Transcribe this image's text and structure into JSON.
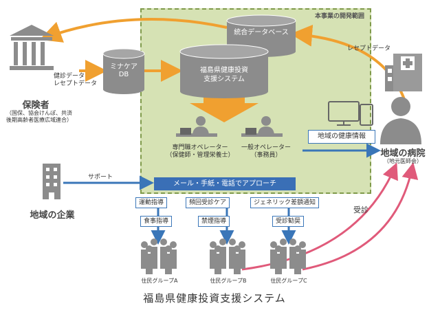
{
  "scope": {
    "label": "本事業の開発範囲"
  },
  "nodes": {
    "integrated_db": "統合データベース",
    "minacare_db": [
      "ミナケア",
      "DB"
    ],
    "fukushima_system": [
      "福島県健康投資",
      "支援システム"
    ]
  },
  "insurer": {
    "name": "保険者",
    "detail": [
      "（国保、協会けんぽ、共済",
      "後期高齢者医療広域連合）"
    ],
    "data": [
      "健診データ",
      "レセプトデータ"
    ]
  },
  "hospital": {
    "name": "地域の病院",
    "detail": "（地元医師会）",
    "receipt_label": "レセプトデータ",
    "health_info": "地域の健康情報"
  },
  "operators": {
    "specialist": [
      "専門職オペレーター",
      "（保健師・管理栄養士）"
    ],
    "general": [
      "一般オペレーター",
      "（事務員）"
    ]
  },
  "company": {
    "name": "地域の企業",
    "support": "サポート"
  },
  "approach_banner": "メール・手紙・電話でアプローチ",
  "interventions": {
    "a": [
      "運動指導",
      "食事指導"
    ],
    "b": [
      "頻回受診ケア",
      "禁煙指導"
    ],
    "c": [
      "ジェネリック差額通知",
      "受診勧奨"
    ]
  },
  "groups": [
    "住民グループA",
    "住民グループB",
    "住民グループC"
  ],
  "visit_label": "受診",
  "caption": "福島県健康投資支援システム",
  "colors": {
    "orange": "#f0a030",
    "blue": "#3a76b8",
    "pink": "#e05a7a",
    "gray": "#8c8c8c"
  }
}
